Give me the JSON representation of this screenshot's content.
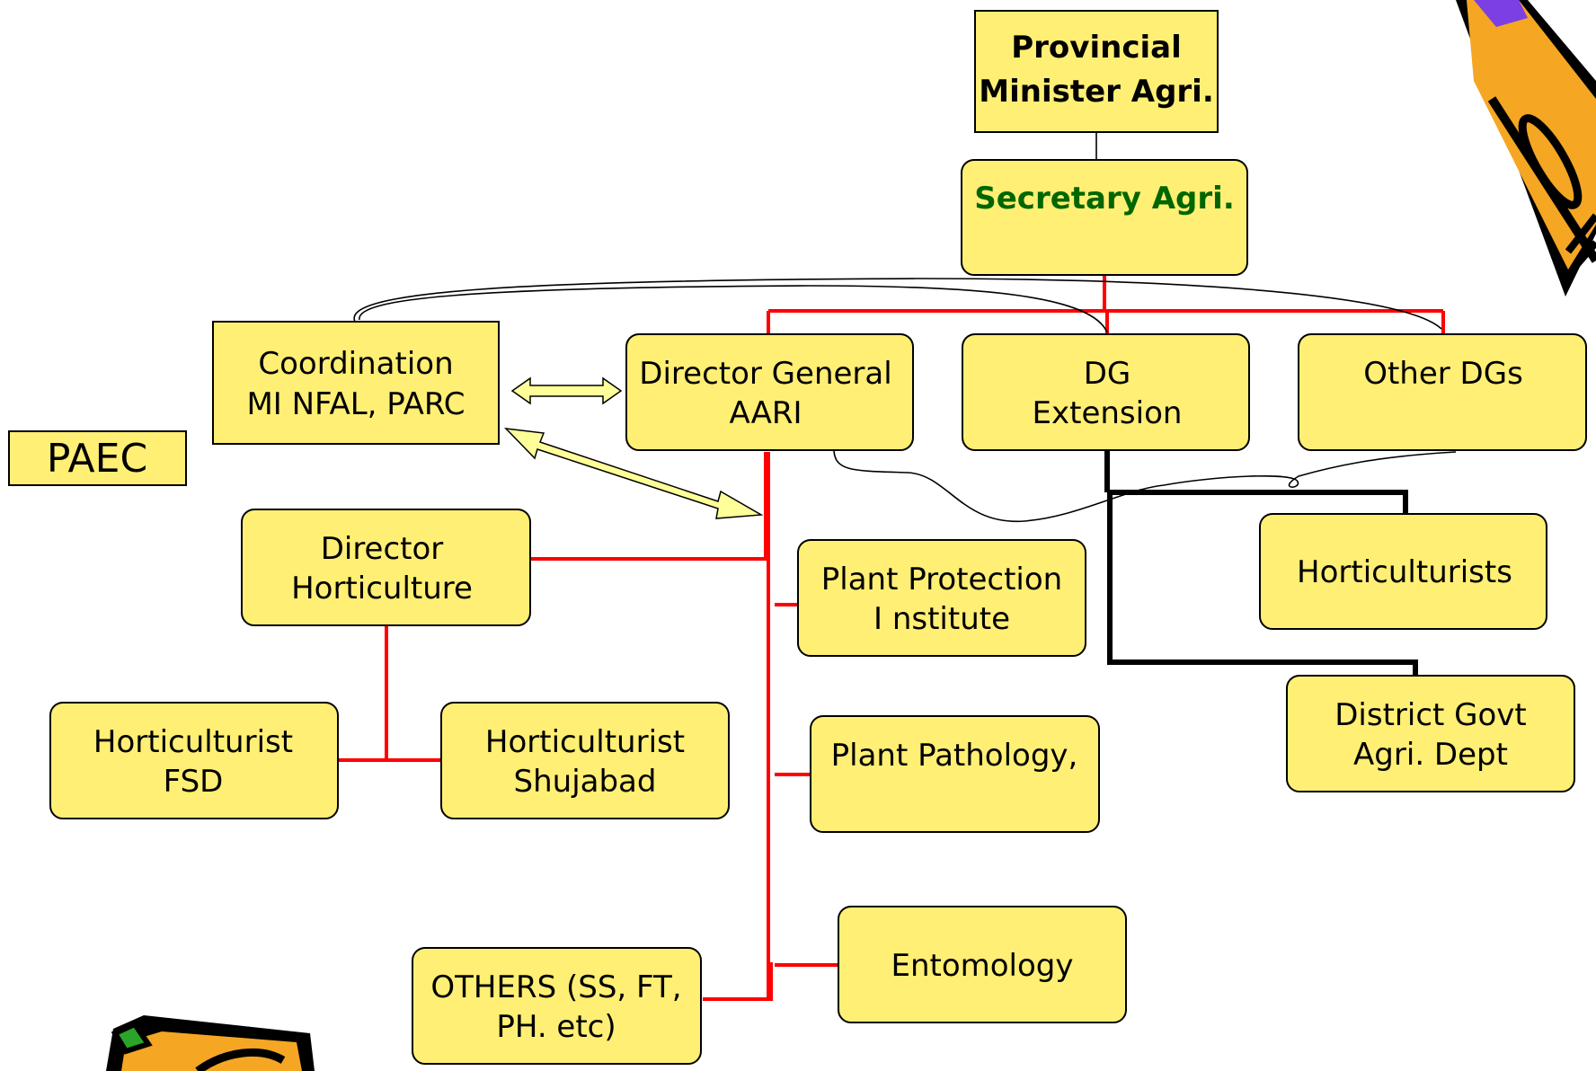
{
  "nodes": {
    "minister": {
      "lines": [
        "Provincial",
        "Minister  Agri."
      ]
    },
    "secretary": {
      "lines": [
        "Secretary  Agri."
      ]
    },
    "coordination": {
      "lines": [
        "Coordination",
        "MI NFAL, PARC"
      ]
    },
    "paec": {
      "lines": [
        "PAEC"
      ]
    },
    "dg_aari": {
      "lines": [
        "Director General",
        "AARI"
      ]
    },
    "dg_extension": {
      "lines": [
        "DG",
        "Extension"
      ]
    },
    "other_dgs": {
      "lines": [
        "Other DGs"
      ]
    },
    "director_horticulture": {
      "lines": [
        "Director",
        "Horticulture"
      ]
    },
    "plant_protection": {
      "lines": [
        "Plant Protection",
        "I nstitute"
      ]
    },
    "horticulturists": {
      "lines": [
        "Horticulturists"
      ]
    },
    "horticulturist_fsd": {
      "lines": [
        "Horticulturist",
        "FSD"
      ]
    },
    "horticulturist_shujabad": {
      "lines": [
        "Horticulturist",
        "Shujabad"
      ]
    },
    "district_govt": {
      "lines": [
        "District Govt",
        "Agri. Dept"
      ]
    },
    "plant_pathology": {
      "lines": [
        "Plant Pathology,"
      ]
    },
    "entomology": {
      "lines": [
        "Entomology"
      ]
    },
    "others": {
      "lines": [
        "OTHERS (SS, FT,",
        "PH. etc)"
      ]
    }
  },
  "colors": {
    "box_fill": "#ffef74",
    "line_red": "#ff0000",
    "line_black": "#000000",
    "secretary_text": "#006600",
    "arrow_fill": "#ffff99"
  },
  "icons": [
    "pencil-icon",
    "pencil-icon"
  ]
}
